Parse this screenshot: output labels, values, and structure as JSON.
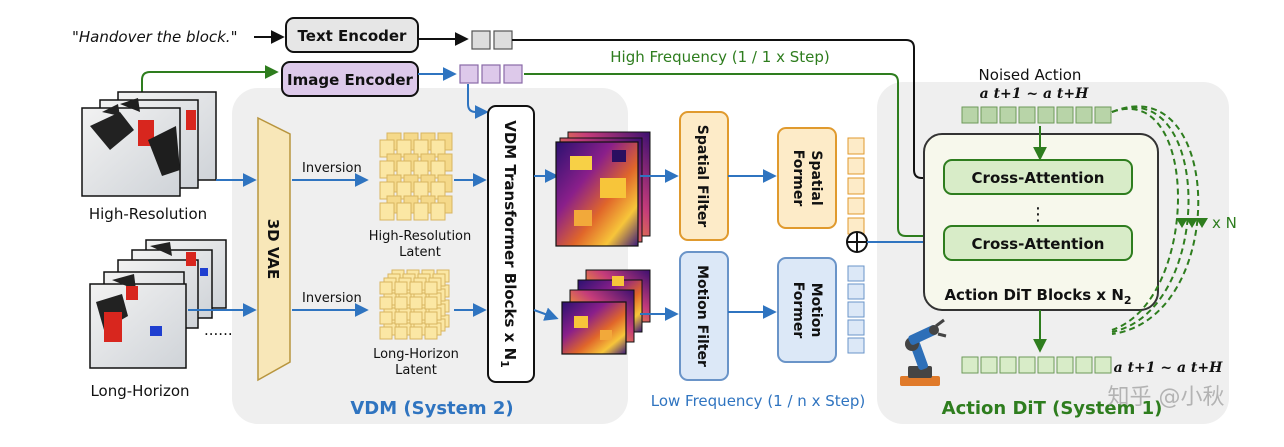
{
  "prompt": "\"Handover the block.\"",
  "text_encoder": "Text Encoder",
  "image_encoder": "Image Encoder",
  "high_freq_label": "High Frequency (1 / 1 x Step)",
  "low_freq_label": "Low Frequency (1 / n x Step)",
  "high_res_label": "High-Resolution",
  "long_horizon_label": "Long-Horizon",
  "ellipsis": "......",
  "vae_label": "3D VAE",
  "inversion_1": "Inversion",
  "inversion_2": "Inversion",
  "hr_latent_1": "High-Resolution",
  "hr_latent_2": "Latent",
  "lh_latent_1": "Long-Horizon",
  "lh_latent_2": "Latent",
  "vdm_blocks": "VDM Transformer Blocks x N",
  "vdm_blocks_sub": "1",
  "spatial_filter": "Spatial Filter",
  "motion_filter": "Motion Filter",
  "spatial_former_1": "Spatial",
  "spatial_former_2": "Former",
  "motion_former_1": "Motion",
  "motion_former_2": "Former",
  "vdm_system": "VDM (System 2)",
  "noised_action": "Noised Action",
  "action_seq_top": "a t+1 ~ a t+H",
  "cross_attention_1": "Cross-Attention",
  "cross_attention_2": "Cross-Attention",
  "vdots": "⋮",
  "dit_blocks": "Action DiT Blocks x N",
  "dit_blocks_sub": "2",
  "repeat_n": "x N",
  "action_seq_bottom": "a t+1 ~ a t+H",
  "action_system": "Action DiT (System 1)",
  "watermark": "知乎 @小秋",
  "colors": {
    "blue": "#2f74c0",
    "green": "#2e7d1e",
    "black": "#111111",
    "text_encoder_fill": "#e6e6e6",
    "image_encoder_fill": "#ddc9ea",
    "latent_fill": "#fbe7a4",
    "vae_fill": "#f8e7b8",
    "spatial_fill": "#fdebc8",
    "motion_fill": "#dce8f7",
    "dit_fill": "#f7f8ec",
    "cross_attn_fill": "#d8ecc8"
  }
}
